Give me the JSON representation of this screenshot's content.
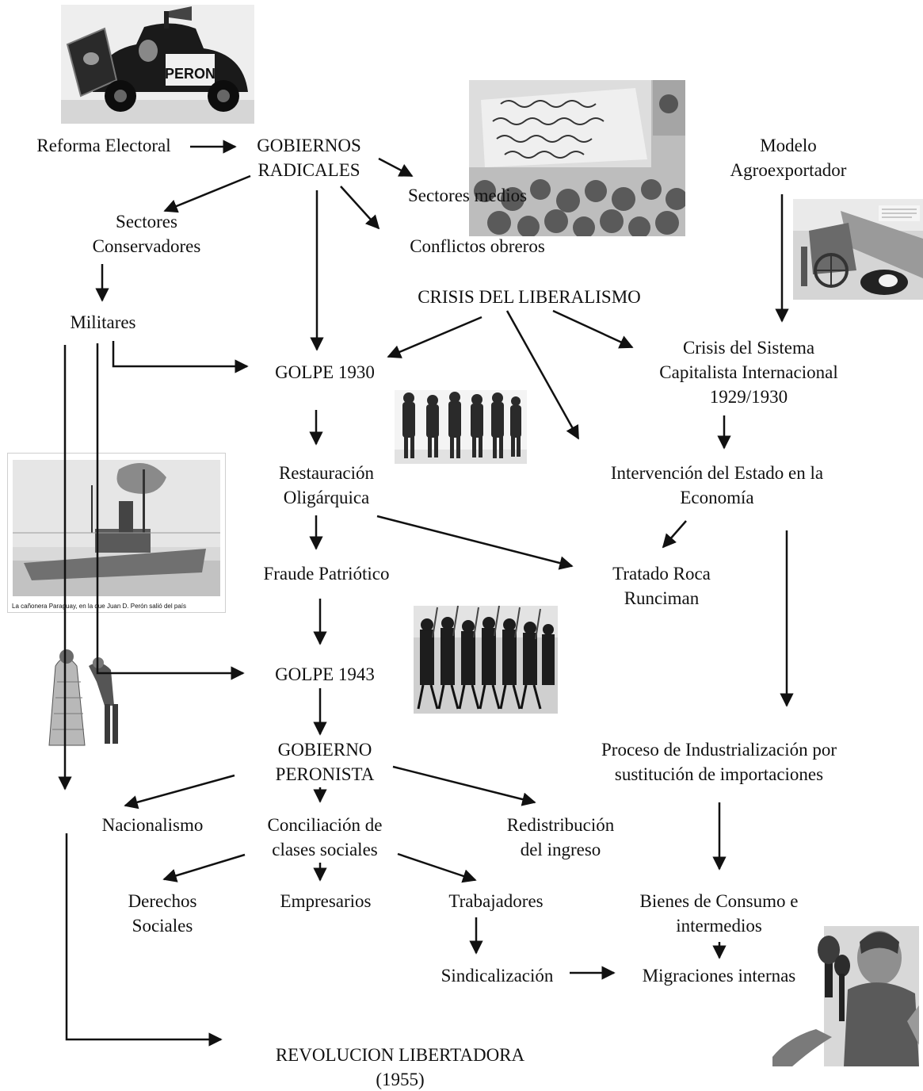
{
  "nodes": {
    "reforma": "Reforma Electoral",
    "gobiernos_radicales": [
      "GOBIERNOS",
      "RADICALES"
    ],
    "sectores_medios": "Sectores medios",
    "conflictos": "Conflictos obreros",
    "modelo": [
      "Modelo",
      "Agroexportador"
    ],
    "sectores_conservadores": [
      "Sectores",
      "Conservadores"
    ],
    "militares": "Militares",
    "crisis_liberalismo": "CRISIS DEL LIBERALISMO",
    "golpe1930": "GOLPE 1930",
    "crisis_sistema": [
      "Crisis del Sistema",
      "Capitalista Internacional",
      "1929/1930"
    ],
    "restauracion": [
      "Restauración",
      "Oligárquica"
    ],
    "intervencion": [
      "Intervención del Estado en la",
      "Economía"
    ],
    "fraude": "Fraude Patriótico",
    "roca": [
      "Tratado Roca",
      "Runciman"
    ],
    "golpe1943": "GOLPE 1943",
    "peronista": [
      "GOBIERNO",
      "PERONISTA"
    ],
    "industrializacion": [
      "Proceso de Industrialización por",
      "sustitución de importaciones"
    ],
    "nacionalismo": "Nacionalismo",
    "conciliacion": [
      "Conciliación de",
      "clases sociales"
    ],
    "redistribucion": [
      "Redistribución",
      "del ingreso"
    ],
    "derechos": [
      "Derechos",
      "Sociales"
    ],
    "empresarios": "Empresarios",
    "trabajadores": "Trabajadores",
    "bienes": [
      "Bienes de Consumo e",
      "intermedios"
    ],
    "sindicalizacion": "Sindicalización",
    "migraciones": "Migraciones internas",
    "revolucion": [
      "REVOLUCION LIBERTADORA",
      "(1955)"
    ]
  },
  "photos": {
    "car_sign": "PERON",
    "boat_caption": "La cañonera Paraguay, en la que Juan D. Perón salió del país"
  }
}
